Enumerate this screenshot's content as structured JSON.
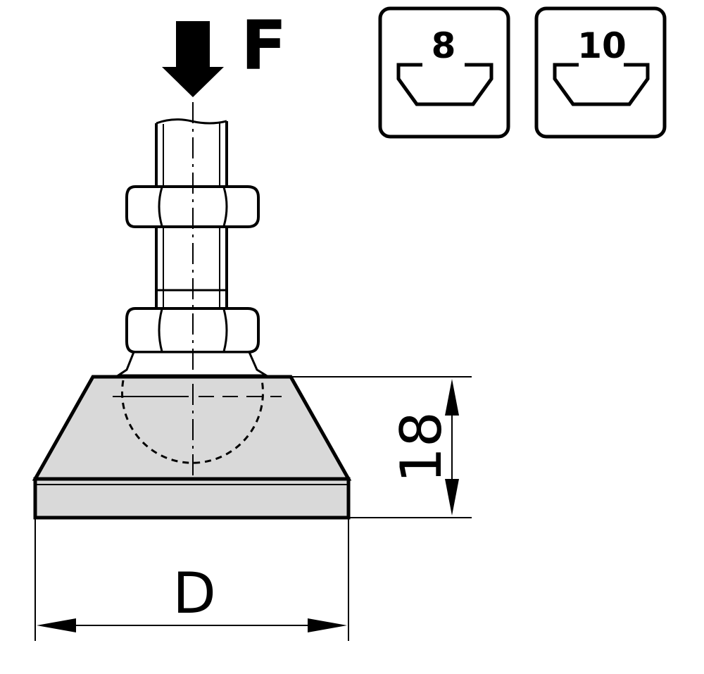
{
  "force_label": "F",
  "height_label": "18",
  "diameter_label": "D",
  "slot_labels": [
    "8",
    "10"
  ],
  "colors": {
    "line": "#000000",
    "base_fill": "#d9d9d9",
    "background": "#ffffff"
  }
}
